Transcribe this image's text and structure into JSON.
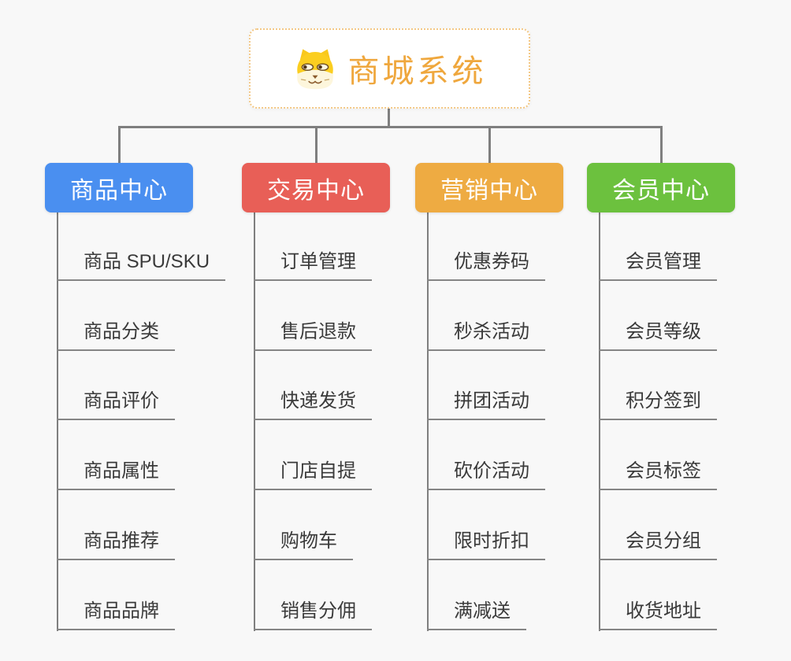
{
  "page": {
    "background": "#f8f8f8",
    "connector_color": "#7f7f7f"
  },
  "root": {
    "title": "商城系统",
    "icon": "shiba-dog-icon",
    "accent_color": "#efa73d",
    "border_color": "#f3c886"
  },
  "branches": [
    {
      "label": "商品中心",
      "color": "#4a8ff0",
      "items": [
        "商品 SPU/SKU",
        "商品分类",
        "商品评价",
        "商品属性",
        "商品推荐",
        "商品品牌"
      ]
    },
    {
      "label": "交易中心",
      "color": "#e85f57",
      "items": [
        "订单管理",
        "售后退款",
        "快递发货",
        "门店自提",
        "购物车",
        "销售分佣"
      ]
    },
    {
      "label": "营销中心",
      "color": "#eeab42",
      "items": [
        "优惠券码",
        "秒杀活动",
        "拼团活动",
        "砍价活动",
        "限时折扣",
        "满减送"
      ]
    },
    {
      "label": "会员中心",
      "color": "#6cc13e",
      "items": [
        "会员管理",
        "会员等级",
        "积分签到",
        "会员标签",
        "会员分组",
        "收货地址"
      ]
    }
  ]
}
